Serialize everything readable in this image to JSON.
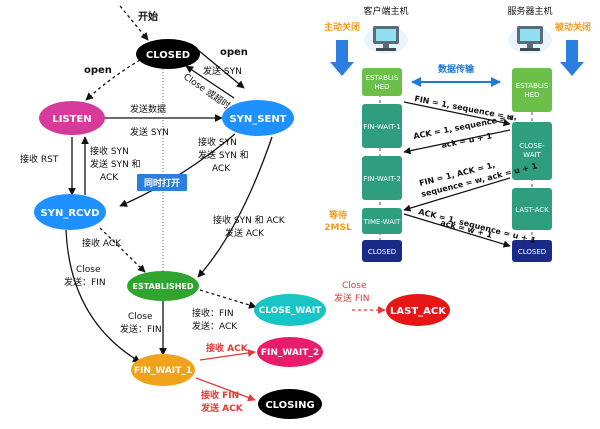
{
  "left": {
    "start": "开始",
    "states": {
      "closed": "CLOSED",
      "listen": "LISTEN",
      "syn_sent": "SYN_SENT",
      "syn_rcvd": "SYN_RCVD",
      "established": "ESTABLISHED",
      "close_wait": "CLOSE_WAIT",
      "last_ack": "LAST_ACK",
      "fin_wait_1": "FIN_WAIT_1",
      "fin_wait_2": "FIN_WAIT_2",
      "closing": "CLOSING"
    },
    "labels": {
      "open_left": "open",
      "open_right": "open",
      "send_syn_top": "发送 SYN",
      "close_timeout": "Close 或超时",
      "send_data": "发送数据",
      "send_syn_mid": "发送 SYN",
      "recv_rst": "接收 RST",
      "recv_syn_send_synack_1": "接收 SYN",
      "recv_syn_send_synack_2": "发送 SYN 和",
      "recv_syn_send_synack_3": "ACK",
      "recv_syn_send_ack_1": "接收 SYN",
      "recv_syn_send_ack_2": "发送 SYN 和",
      "recv_syn_send_ack_3": "ACK",
      "simultaneous_open": "同时打开",
      "recv_synack_1": "接收 SYN 和 ACK",
      "recv_synack_2": "发送 ACK",
      "recv_ack": "接收 ACK",
      "close_fin_l1": "Close",
      "close_fin_l2": "发送：FIN",
      "close_fin_m1": "Close",
      "close_fin_m2": "发送：FIN",
      "recv_fin_1": "接收：FIN",
      "recv_fin_2": "发送：ACK",
      "close_send_fin_1": "Close",
      "close_send_fin_2": "发送 FIN",
      "fin1_recv_ack": "接收 ACK",
      "fin1_recv_fin_1": "接收 FIN",
      "fin1_recv_fin_2": "发送 ACK"
    }
  },
  "right": {
    "client_host": "客户端主机",
    "server_host": "服务器主机",
    "active_close": "主动关闭",
    "passive_close": "被动关闭",
    "data_transfer": "数据传输",
    "client_states": {
      "established": "ESTABLIS\nHED",
      "fin_wait_1": "FIN-WAIT-1",
      "fin_wait_2": "FIN-WAIT-2",
      "time_wait": "TIME-WAIT",
      "closed": "CLOSED"
    },
    "server_states": {
      "established": "ESTABLIS\nHED",
      "close_wait": "CLOSE-\nWAIT",
      "last_ack": "LAST-ACK",
      "closed": "CLOSED"
    },
    "wait_2msl_1": "等待",
    "wait_2msl_2": "2MSL",
    "messages": {
      "m1": "FIN = 1, sequence = u",
      "m2a": "ACK = 1, sequence = v,",
      "m2b": "ack = u + 1",
      "m3a": "FIN = 1,  ACK = 1,",
      "m3b": "sequence = w, ack = u + 1",
      "m4a": "ACK = 1, sequence = u + 1",
      "m4b": "ack = w + 1"
    }
  },
  "colors": {
    "closed": "#000000",
    "listen": "#d63a9a",
    "syn_blue": "#1e90ff",
    "established": "#2fa52f",
    "close_wait": "#19c4c4",
    "last_ack": "#e41616",
    "fin_wait": "#f0a21a",
    "fin_wait_2": "#e81c6a",
    "red_arrow": "#e53935",
    "orange_text": "#f39a1b",
    "teal_box": "#2e9e7f",
    "green_box": "#6cc04a",
    "navy_box": "#1a2a88"
  }
}
